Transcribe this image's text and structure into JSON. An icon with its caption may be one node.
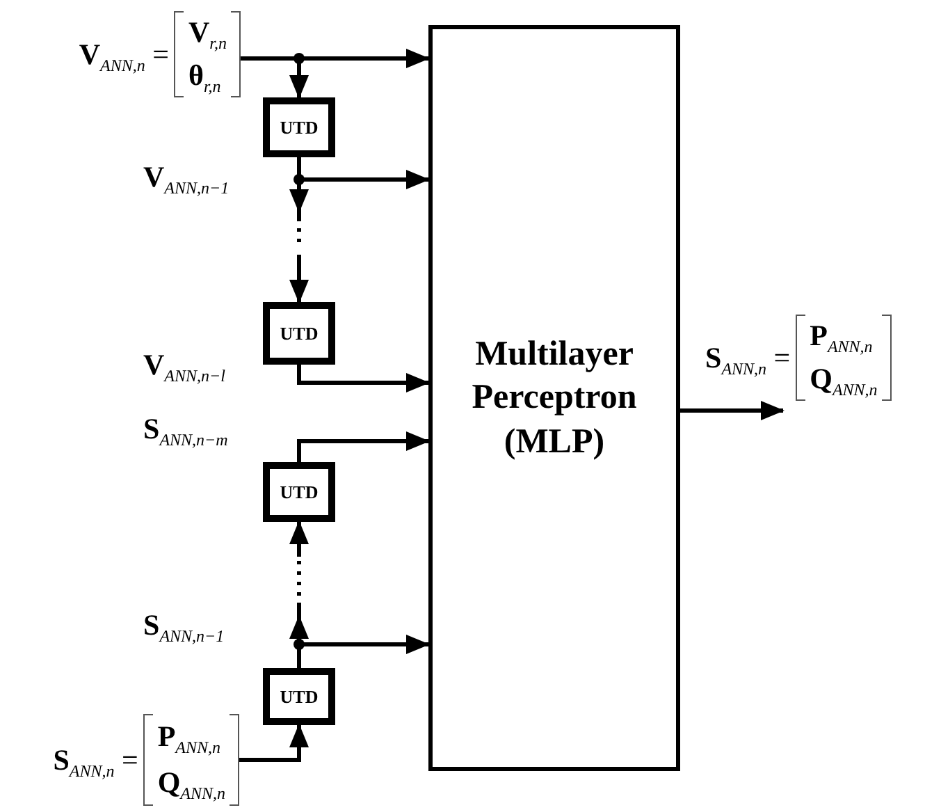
{
  "diagram": {
    "nodes": [
      {
        "text": [
          "**V**$_{ANN,n}$ =",
          "**V**$_{r,n}$",
          "**θ**$_{r,n}$"
        ]
      },
      {
        "text": [
          "UTD"
        ]
      },
      {
        "text": [
          "UTD"
        ]
      },
      {
        "text": [
          "UTD"
        ]
      },
      {
        "text": [
          "UTD"
        ]
      },
      {
        "text": [
          "Multilayer Perceptron (MLP)"
        ]
      },
      {
        "text": [
          "**S**$_{ANN,n}$ =",
          "**P**$_{ANN,n}$",
          "**Q**$_{ANN,n}$"
        ]
      },
      {
        "text": [
          "**S**$_{ANN,n}$ =",
          "**P**$_{ANN,n}$",
          "**Q**$_{ANN,n}$"
        ]
      }
    ],
    "edges": [
      {
        "from": 0,
        "to": 5,
        "arrow": "to"
      },
      {
        "from": 0,
        "to": 1,
        "arrow": "to"
      },
      {
        "from": 1,
        "to": 5,
        "arrow": "to"
      },
      {
        "from": 1,
        "to": 2,
        "arrow": "to",
        "style": "dashed"
      },
      {
        "from": 2,
        "to": 5,
        "arrow": "to"
      },
      {
        "from": 4,
        "to": 3,
        "arrow": "to",
        "style": "dashed"
      },
      {
        "from": 3,
        "to": 5,
        "arrow": "to"
      },
      {
        "from": 4,
        "to": 5,
        "arrow": "to"
      },
      {
        "from": 7,
        "to": 4,
        "arrow": "to"
      },
      {
        "from": 5,
        "to": 6,
        "arrow": "to"
      }
    ],
    "labels": [
      "**V**$_{ANN,n−1}$",
      "**V**$_{ANN,n−l}$",
      "**S**$_{ANN,n−m}$",
      "**S**$_{ANN,n−1}$"
    ]
  }
}
